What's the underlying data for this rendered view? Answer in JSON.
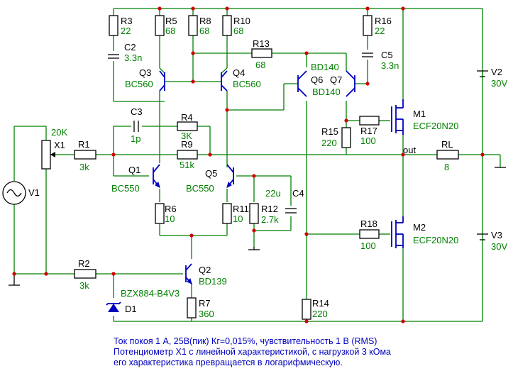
{
  "components": {
    "R3": {
      "ref": "R3",
      "value": "22"
    },
    "R5": {
      "ref": "R5",
      "value": "68"
    },
    "R8": {
      "ref": "R8",
      "value": "68"
    },
    "R10": {
      "ref": "R10",
      "value": "68"
    },
    "R13": {
      "ref": "R13",
      "value": "68"
    },
    "R16": {
      "ref": "R16",
      "value": "22"
    },
    "C2": {
      "ref": "C2",
      "value": "3.3n"
    },
    "C5": {
      "ref": "C5",
      "value": "3.3n"
    },
    "Q3": {
      "ref": "Q3",
      "value": "BC560"
    },
    "Q4": {
      "ref": "Q4",
      "value": "BC560"
    },
    "Q6": {
      "ref": "Q6",
      "value": "BD140"
    },
    "Q7": {
      "ref": "Q7",
      "value": "BD140"
    },
    "C3": {
      "ref": "C3",
      "value": "1p"
    },
    "R4": {
      "ref": "R4",
      "value": "3K"
    },
    "R9": {
      "ref": "R9",
      "value": "51k"
    },
    "R1": {
      "ref": "R1",
      "value": "3k"
    },
    "X1": {
      "ref": "X1",
      "value": "20K"
    },
    "V1": {
      "ref": "V1",
      "value": ""
    },
    "Q1": {
      "ref": "Q1",
      "value": "BC550"
    },
    "Q5": {
      "ref": "Q5",
      "value": "BC550"
    },
    "C4": {
      "ref": "C4",
      "value": "22u"
    },
    "R6": {
      "ref": "R6",
      "value": "10"
    },
    "R11": {
      "ref": "R11",
      "value": "10"
    },
    "R12": {
      "ref": "R12",
      "value": "2.7k"
    },
    "R15": {
      "ref": "R15",
      "value": "220"
    },
    "R17": {
      "ref": "R17",
      "value": "100"
    },
    "M1": {
      "ref": "M1",
      "value": "ECF20N20"
    },
    "M2": {
      "ref": "M2",
      "value": "ECF20N20"
    },
    "R18": {
      "ref": "R18",
      "value": "100"
    },
    "RL": {
      "ref": "RL",
      "value": "8"
    },
    "V2": {
      "ref": "V2",
      "value": "30V"
    },
    "V3": {
      "ref": "V3",
      "value": "30V"
    },
    "R2": {
      "ref": "R2",
      "value": "3k"
    },
    "Q2": {
      "ref": "Q2",
      "value": "BD139"
    },
    "R7": {
      "ref": "R7",
      "value": "360"
    },
    "D1": {
      "ref": "D1",
      "value": "BZX884-B4V3"
    },
    "R14": {
      "ref": "R14",
      "value": "220"
    }
  },
  "net_labels": {
    "out": "out"
  },
  "notes": [
    "Ток покоя 1 А, 25В(пик) Кг=0,015%, чувствительность 1 В (RMS)",
    "Потенциометр X1 с линейной характеристикой, с нагрузкой 3 кОма",
    "его характеристика превращается в логарифмическую."
  ],
  "colors": {
    "wire": "#008000",
    "transistor": "#0000c0",
    "junction": "#d00000",
    "text": "#000000",
    "note": "#0000c0"
  }
}
